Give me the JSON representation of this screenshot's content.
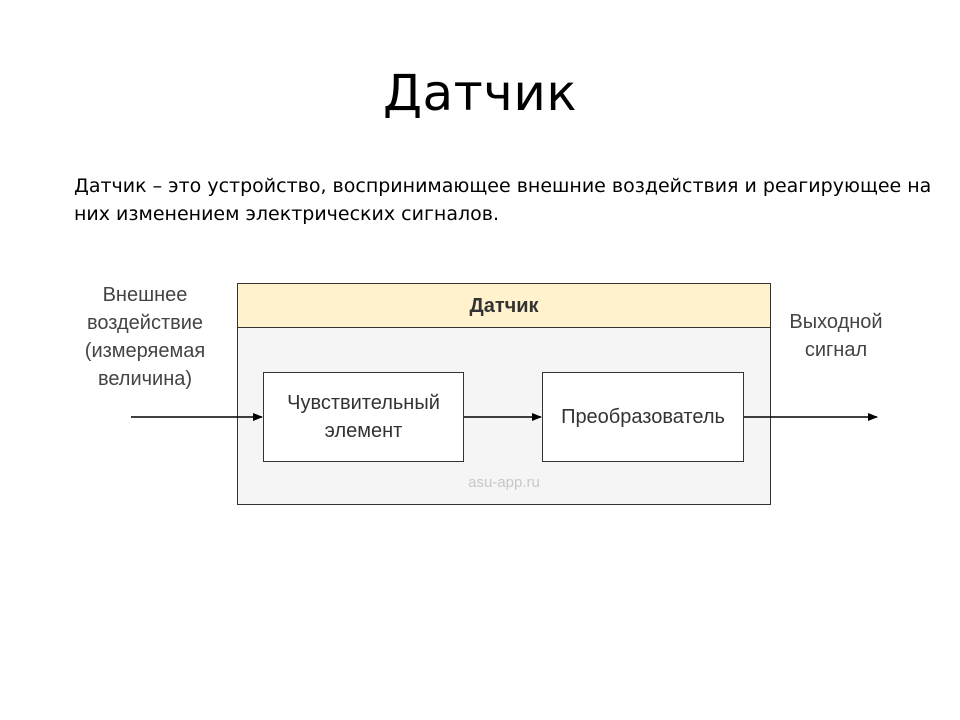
{
  "slide": {
    "title": "Датчик",
    "definition": "Датчик – это устройство, воспринимающее внешние воздействия и реагирующее на них изменением электрических сигналов."
  },
  "diagram": {
    "input_label": "Внешнее воздействие (измеряемая величина)",
    "output_label": "Выходной сигнал",
    "sensor_header": "Датчик",
    "sensitive_element": "Чувствительный элемент",
    "converter": "Преобразователь",
    "watermark": "asu-app.ru"
  },
  "colors": {
    "header_fill": "#fff2cc",
    "frame_fill": "#f5f5f5",
    "box_fill": "#ffffff",
    "stroke": "#333333",
    "label_text": "#444444",
    "watermark_text": "#c8c8c8"
  }
}
